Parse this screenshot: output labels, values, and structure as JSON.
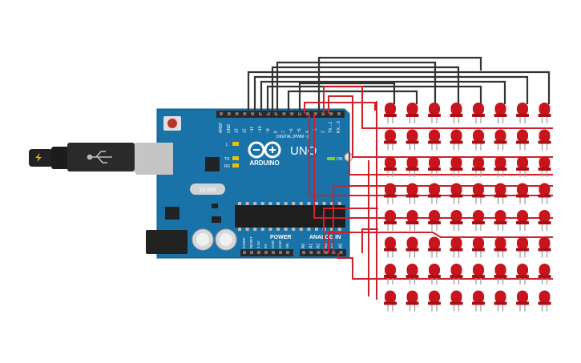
{
  "board": {
    "brand": "ARDUINO",
    "model": "UNO",
    "crystal": "16.000",
    "power_label": "POWER",
    "analog_label": "ANALOG IN",
    "digital_label": "DIGITAL (PWM ~)",
    "led_on_label": "ON",
    "led_l": "L",
    "led_tx": "TX",
    "led_rx": "RX",
    "top_pins": [
      "AREF",
      "GND",
      "13",
      "12",
      "~11",
      "~10",
      "~9",
      "8",
      "7",
      "~6",
      "~5",
      "4",
      "~3",
      "2",
      "TX→1",
      "RX←0"
    ],
    "power_pins": [
      "IOREF",
      "RESET",
      "3.3V",
      "5V",
      "GND",
      "GND",
      "Vin"
    ],
    "analog_pins": [
      "A0",
      "A1",
      "A2",
      "A3",
      "A4",
      "A5"
    ]
  },
  "matrix": {
    "rows": 8,
    "cols": 8,
    "led_color": "#c8141c"
  },
  "colors": {
    "board": "#1a73a8",
    "wire_dark": "#333333",
    "wire_red": "#d0202a",
    "header": "#2a2a2a"
  },
  "icons": {
    "usb": "usb-icon",
    "reset": "reset-button-icon"
  }
}
